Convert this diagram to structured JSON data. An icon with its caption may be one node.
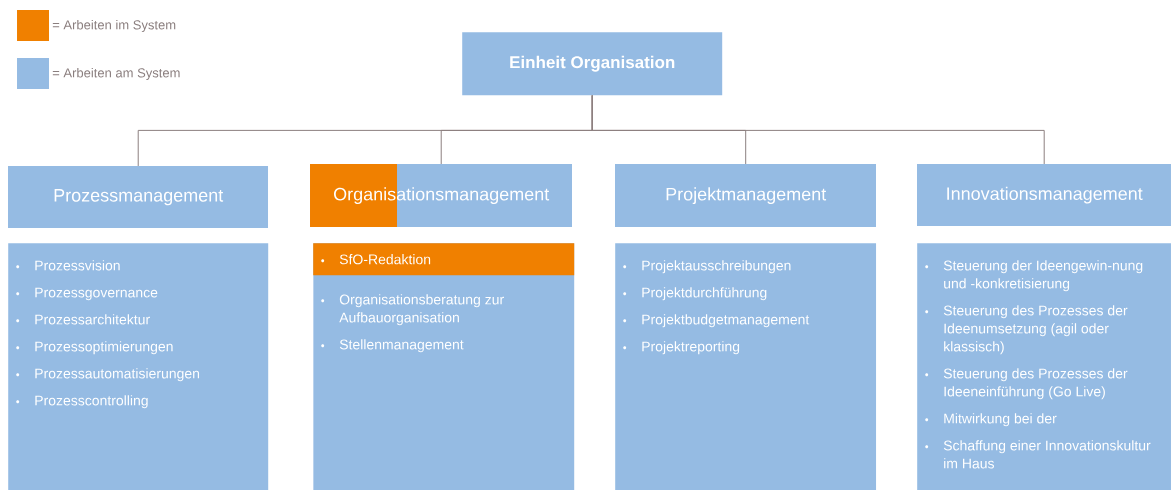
{
  "diagram": {
    "nodes": [
      {
        "text": [
          "Einheit Organisation"
        ]
      },
      {
        "text": [
          "Prozessmanagement"
        ]
      },
      {
        "text": [
          "Organisationsmanagement"
        ]
      },
      {
        "text": [
          "Projektmanagement"
        ]
      },
      {
        "text": [
          "Innovationsmanagement"
        ]
      },
      {
        "text": [
          "Prozessvision",
          "Prozessgovernance",
          "Prozessarchitektur",
          "Prozessoptimierungen",
          "Prozessautomatisierungen",
          "Prozesscontrolling"
        ]
      },
      {
        "text": [
          "Organisationsberatung zur Aufbauorganisation",
          "Stellenmanagement"
        ]
      },
      {
        "text": [
          "SfO-Redaktion"
        ],
        "in": 6
      },
      {
        "text": [
          "Projektausschreibungen",
          "Projektdurchführung",
          "Projektbudgetmanagement",
          "Projektreporting"
        ]
      },
      {
        "text": [
          "Steuerung der Ideengewin-nung und -konkretisierung",
          "Steuerung des Prozesses der Ideenumsetzung (agil oder klassisch)",
          "Steuerung des Prozesses der Ideeneinführung (Go Live)",
          "Mitwirkung bei der",
          "Schaffung einer Innovationskultur im Haus"
        ]
      }
    ],
    "edges": [
      {
        "from": 0,
        "to": 1,
        "arrow": "none"
      },
      {
        "from": 0,
        "to": 2,
        "arrow": "none"
      },
      {
        "from": 0,
        "to": 3,
        "arrow": "none"
      },
      {
        "from": 0,
        "to": 4,
        "arrow": "none"
      }
    ],
    "legend": [
      {
        "text": "= Arbeiten im System",
        "color": "#f08000"
      },
      {
        "text": "= Arbeiten am System",
        "color": "#95bbe3"
      }
    ]
  }
}
